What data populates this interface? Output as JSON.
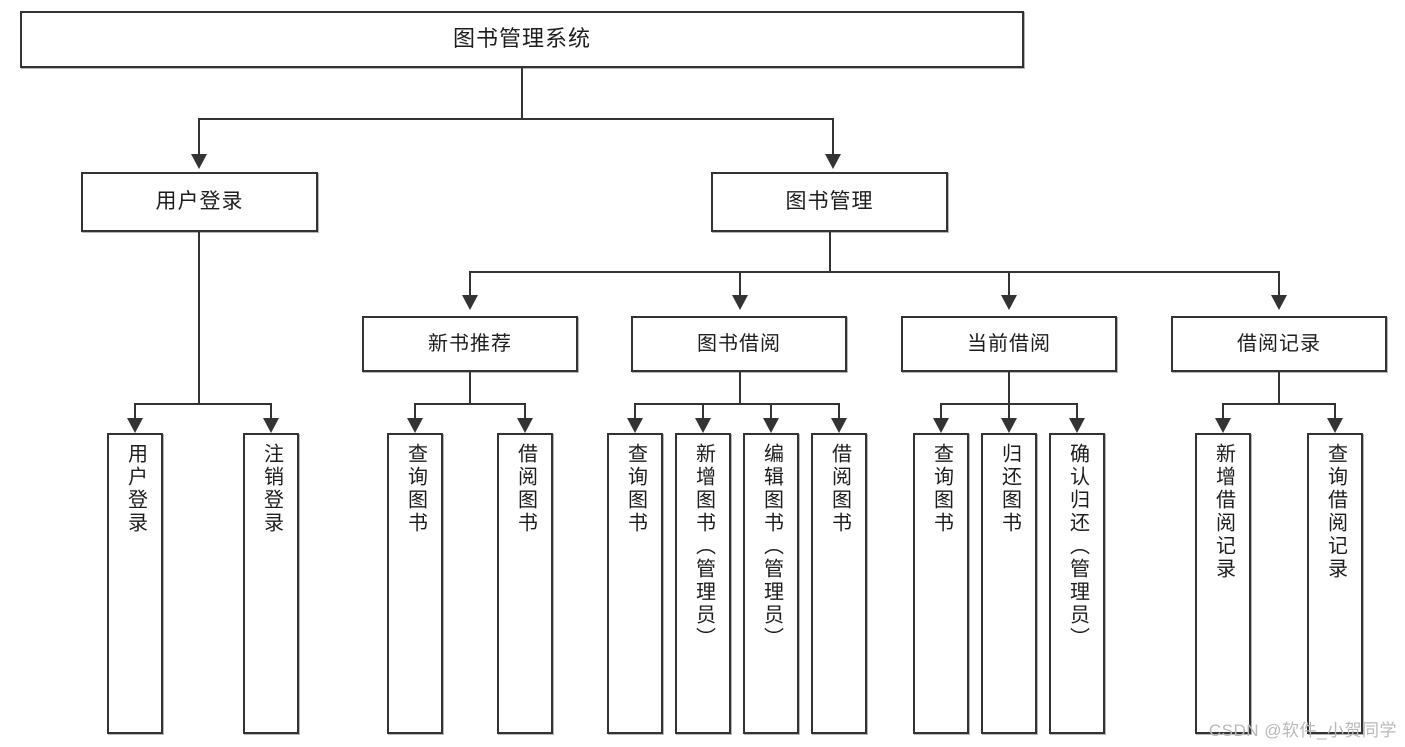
{
  "diagram": {
    "title": "图书管理系统",
    "type": "functional-structure-tree",
    "root": {
      "label": "图书管理系统"
    },
    "level2": [
      {
        "label": "用户登录"
      },
      {
        "label": "图书管理"
      }
    ],
    "level3": [
      {
        "label": "新书推荐"
      },
      {
        "label": "图书借阅"
      },
      {
        "label": "当前借阅"
      },
      {
        "label": "借阅记录"
      }
    ],
    "leaves": {
      "user_login": [
        {
          "label": "用户登录"
        },
        {
          "label": "注销登录"
        }
      ],
      "new_book_recommend": [
        {
          "label": "查询图书"
        },
        {
          "label": "借阅图书"
        }
      ],
      "book_borrow": [
        {
          "label": "查询图书"
        },
        {
          "label": "新增图书（管理员）"
        },
        {
          "label": "编辑图书（管理员）"
        },
        {
          "label": "借阅图书"
        }
      ],
      "current_borrow": [
        {
          "label": "查询图书"
        },
        {
          "label": "归还图书"
        },
        {
          "label": "确认归还（管理员）"
        }
      ],
      "borrow_record": [
        {
          "label": "新增借阅记录"
        },
        {
          "label": "查询借阅记录"
        }
      ]
    }
  },
  "watermark": {
    "text": "CSDN @软件_小贺同学"
  },
  "colors": {
    "stroke": "#333333",
    "box_fill": "#ffffff",
    "text": "#1d1d1d",
    "watermark": "#b9b9b9"
  }
}
